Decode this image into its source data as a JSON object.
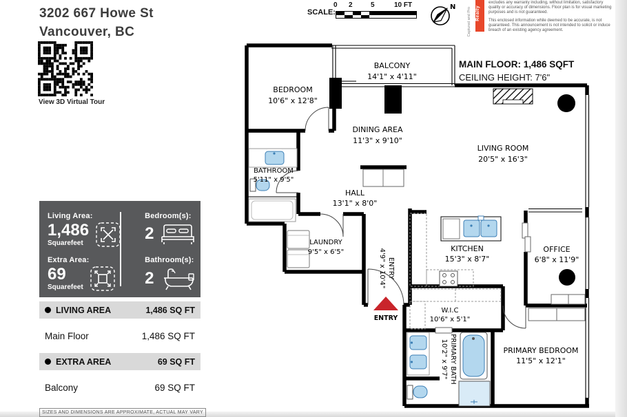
{
  "page": {
    "address_line1": "3202 667 Howe St",
    "address_line2": "Vancouver, BC",
    "qr_caption": "View 3D Virtual Tour"
  },
  "scale_bar": {
    "label": "SCALE:",
    "ticks": [
      "0",
      "2",
      "5",
      "10 FT"
    ]
  },
  "compass": {
    "north_label": "N"
  },
  "branding": {
    "vertical_caption": "Captured and Pro",
    "badge_text": "Realty",
    "badge_color": "#E8472B"
  },
  "disclaimer": {
    "p1": "excludes any warranty including, without limitation, satisfactory quality or accuracy of dimensions. Floor plan is for visual marketing purposes and is not guaranteed.",
    "p2": "This enclosed information while deemed to be accurate, is not guaranteed. This announcement is not intended to solicit or induce breach of an existing agency agreement."
  },
  "plan": {
    "header_line1": "MAIN FLOOR: 1,486 SQFT",
    "header_line2": "CEILING HEIGHT: 7'6\"",
    "entry_marker": "ENTRY",
    "rooms": {
      "balcony": {
        "name": "BALCONY",
        "dims": "14'1\" x 4'11\""
      },
      "bedroom": {
        "name": "BEDROOM",
        "dims": "10'6\" x 12'8\""
      },
      "dining": {
        "name": "DINING AREA",
        "dims": "11'3\" x 9'10\""
      },
      "living": {
        "name": "LIVING ROOM",
        "dims": "20'5\" x 16'3\""
      },
      "bathroom": {
        "name": "BATHROOM",
        "dims": "5'11\" x 9'5\""
      },
      "hall": {
        "name": "HALL",
        "dims": "13'1\" x 8'0\""
      },
      "laundry": {
        "name": "LAUNDRY",
        "dims": "9'5\" x 6'5\""
      },
      "entry": {
        "name": "ENTRY",
        "dims": "4'9\" x 10'4\""
      },
      "kitchen": {
        "name": "KITCHEN",
        "dims": "15'3\" x 8'7\""
      },
      "office": {
        "name": "OFFICE",
        "dims": "6'8\" x 11'9\""
      },
      "wic": {
        "name": "W.I.C",
        "dims": "10'6\" x 5'1\""
      },
      "primary_bath": {
        "name": "PRIMARY BATH",
        "dims": "10'2\" x 9'7\""
      },
      "primary_bedroom": {
        "name": "PRIMARY BEDROOM",
        "dims": "11'5\" x 12'1\""
      }
    }
  },
  "stats": {
    "living_area": {
      "label": "Living Area:",
      "value": "1,486",
      "unit": "Squarefeet"
    },
    "bedrooms": {
      "label": "Bedroom(s):",
      "value": "2"
    },
    "extra_area": {
      "label": "Extra Area:",
      "value": "69",
      "unit": "Squarefeet"
    },
    "bathrooms": {
      "label": "Bathroom(s):",
      "value": "2"
    }
  },
  "area_table": {
    "sections": [
      {
        "header": "LIVING AREA",
        "header_value": "1,486 SQ FT",
        "rows": [
          {
            "label": "Main Floor",
            "value": "1,486 SQ FT"
          }
        ]
      },
      {
        "header": "EXTRA AREA",
        "header_value": "69 SQ FT",
        "rows": [
          {
            "label": "Balcony",
            "value": "69 SQ FT"
          }
        ]
      }
    ],
    "footnote": "SIZES AND DIMENSIONS ARE APPROXIMATE, ACTUAL MAY VARY"
  },
  "colors": {
    "accent_red": "#C9252B",
    "stat_card_gray": "#58595B",
    "table_header_gray": "#D9D9D9",
    "fixture_blue": "#B3D7EE",
    "badge_orange": "#E8472B"
  }
}
